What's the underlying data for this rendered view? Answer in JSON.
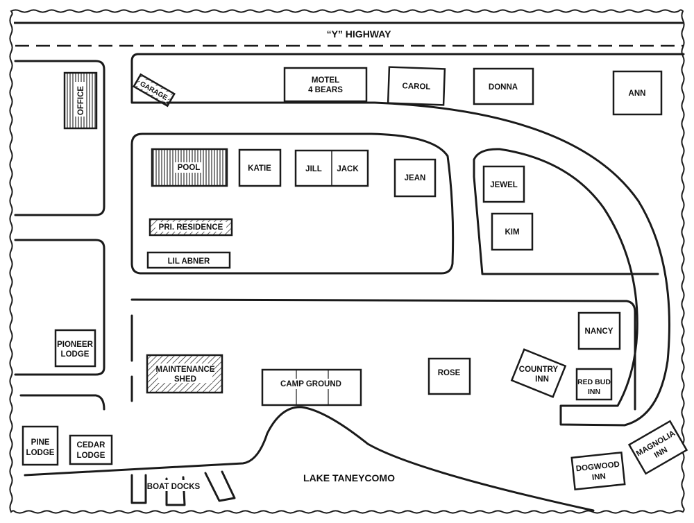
{
  "map": {
    "highway": "“Y” HIGHWAY",
    "lake": "LAKE TANEYCOMO",
    "buildings": {
      "office": "OFFICE",
      "garage": "GARAGE",
      "motel_line1": "MOTEL",
      "motel_line2": "4 BEARS",
      "carol": "CAROL",
      "donna": "DONNA",
      "ann": "ANN",
      "pool": "POOL",
      "katie": "KATIE",
      "jill": "JILL",
      "jack": "JACK",
      "jean": "JEAN",
      "jewel": "JEWEL",
      "kim": "KIM",
      "pri_residence": "PRI. RESIDENCE",
      "lil_abner": "LIL ABNER",
      "nancy": "NANCY",
      "pioneer_line1": "PIONEER",
      "pioneer_line2": "LODGE",
      "maintenance_line1": "MAINTENANCE",
      "maintenance_line2": "SHED",
      "camp_ground": "CAMP GROUND",
      "rose": "ROSE",
      "country_line1": "COUNTRY",
      "country_line2": "INN",
      "red_bud_line1": "RED BUD",
      "red_bud_line2": "INN",
      "pine_line1": "PINE",
      "pine_line2": "LODGE",
      "cedar_line1": "CEDAR",
      "cedar_line2": "LODGE",
      "boat_docks": "BOAT DOCKS",
      "dogwood_line1": "DOGWOOD",
      "dogwood_line2": "INN",
      "magnolia_line1": "MAGNOLIA",
      "magnolia_line2": "INN"
    }
  }
}
